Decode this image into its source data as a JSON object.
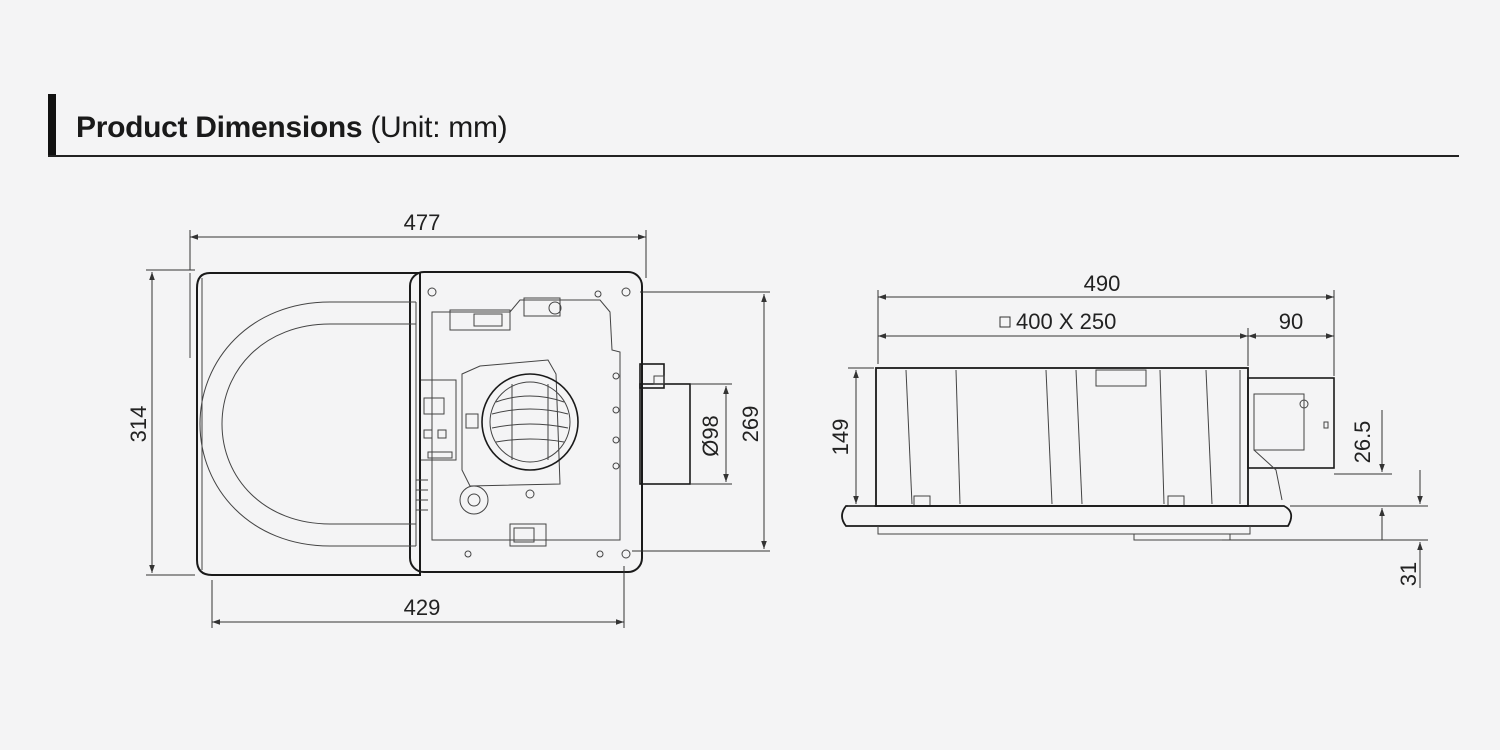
{
  "header": {
    "title_bold": "Product Dimensions",
    "title_unit": "(Unit: mm)"
  },
  "top_view": {
    "width_overall": "477",
    "height_overall": "314",
    "width_body": "429",
    "height_body": "269",
    "duct_diameter": "Ø98"
  },
  "side_view": {
    "length_overall": "490",
    "opening": "400 X 250",
    "duct_offset": "90",
    "height_body": "149",
    "duct_height": "26.5",
    "grille_depth": "31"
  },
  "colors": {
    "background": "#f4f4f5",
    "line": "#1a1a1a",
    "panel": "#ffffff"
  }
}
